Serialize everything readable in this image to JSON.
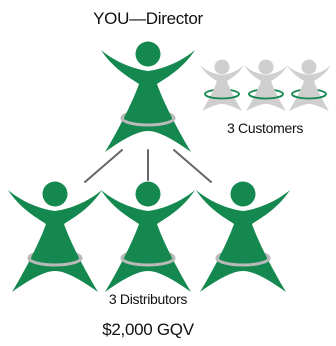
{
  "title": "YOU—Director",
  "customers_label": "3 Customers",
  "distributors_label": "3 Distributors",
  "gqv_label": "$2,000 GQV",
  "colors": {
    "figure_green": "#14884f",
    "figure_gray": "#cfcfcf",
    "connector": "#666666",
    "ring_gray": "#b9b9b9"
  },
  "figures": {
    "director": {
      "role": "director",
      "icon": "person-icon"
    },
    "customers": [
      {
        "role": "customer",
        "icon": "person-icon"
      },
      {
        "role": "customer",
        "icon": "person-icon"
      },
      {
        "role": "customer",
        "icon": "person-icon"
      }
    ],
    "distributors": [
      {
        "role": "distributor",
        "icon": "person-icon"
      },
      {
        "role": "distributor",
        "icon": "person-icon"
      },
      {
        "role": "distributor",
        "icon": "person-icon"
      }
    ]
  }
}
